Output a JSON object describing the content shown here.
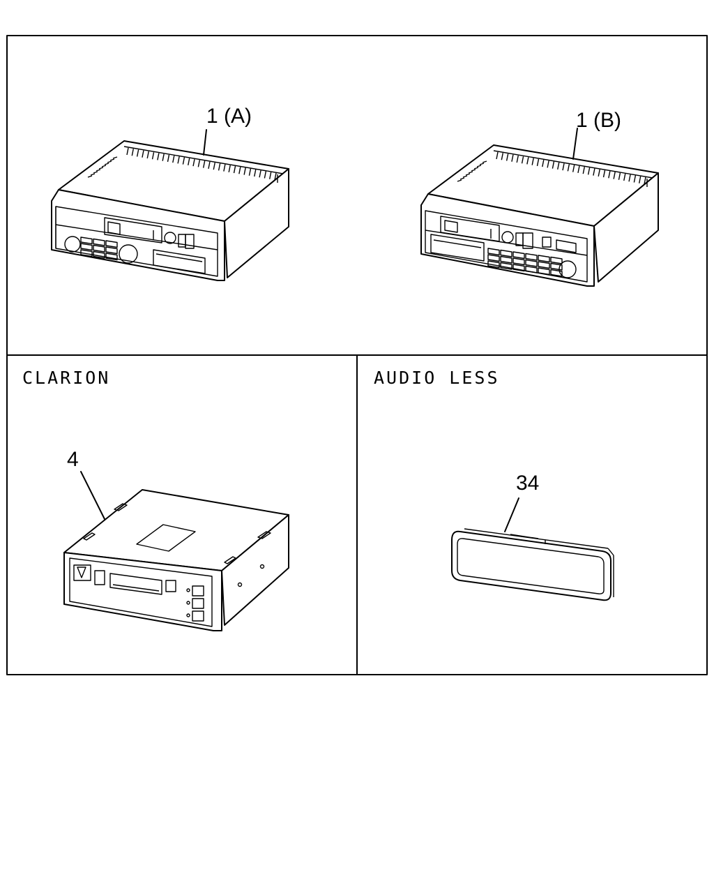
{
  "panels": {
    "top": {
      "callouts": [
        {
          "id": "1a",
          "label": "1 (A)"
        },
        {
          "id": "1b",
          "label": "1 (B)"
        }
      ]
    },
    "clarion": {
      "title": "CLARION",
      "callout": "4"
    },
    "audio_less": {
      "title": "AUDIO LESS",
      "callout": "34"
    }
  }
}
